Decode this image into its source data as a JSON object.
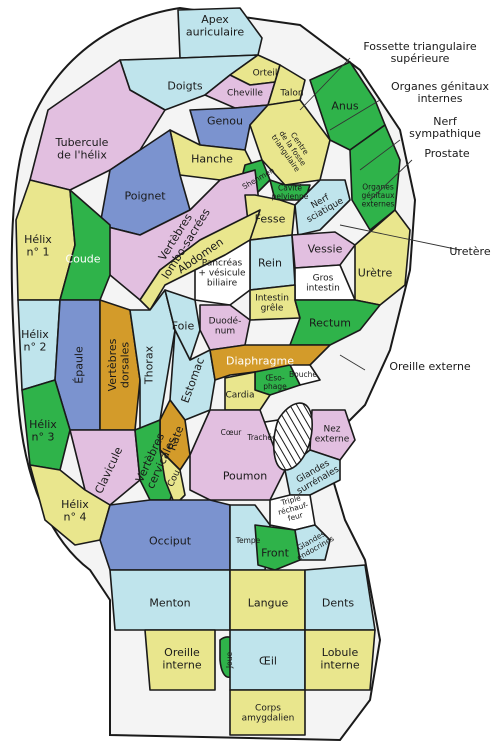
{
  "palette": {
    "green": "#2fb34a",
    "lightgreen": "#9fd59a",
    "yellow": "#e9e68d",
    "cyan": "#bfe4ec",
    "blue": "#7b93cf",
    "pink": "#e2bfe0",
    "orange": "#d39b2a",
    "outline": "#1a1a1a"
  },
  "zones": [
    {
      "id": "apex",
      "lines": [
        "Apex",
        "auriculaire"
      ]
    },
    {
      "id": "doigts",
      "lines": [
        "Doigts"
      ]
    },
    {
      "id": "orteil",
      "lines": [
        "Orteil"
      ]
    },
    {
      "id": "cheville",
      "lines": [
        "Cheville"
      ]
    },
    {
      "id": "talon",
      "lines": [
        "Talon"
      ]
    },
    {
      "id": "genou",
      "lines": [
        "Genou"
      ]
    },
    {
      "id": "hanche",
      "lines": [
        "Hanche"
      ]
    },
    {
      "id": "fosse",
      "lines": [
        "Centre",
        "de la fosse",
        "triangulaire"
      ]
    },
    {
      "id": "shenmen",
      "lines": [
        "Shenmen"
      ]
    },
    {
      "id": "cavite",
      "lines": [
        "Cavité",
        "pelvienne"
      ]
    },
    {
      "id": "anus",
      "lines": [
        "Anus"
      ]
    },
    {
      "id": "tubercule",
      "lines": [
        "Tubercule",
        "de l'hélix"
      ]
    },
    {
      "id": "poignet",
      "lines": [
        "Poignet"
      ]
    },
    {
      "id": "vertlombo",
      "lines": [
        "Vertèbres",
        "lombo-sacrées"
      ]
    },
    {
      "id": "fesse",
      "lines": [
        "Fesse"
      ]
    },
    {
      "id": "sciatique",
      "lines": [
        "Nerf",
        "sciatique"
      ]
    },
    {
      "id": "genext",
      "lines": [
        "Organes",
        "génitaux",
        "externes"
      ]
    },
    {
      "id": "helix1",
      "lines": [
        "Hélix",
        "n° 1"
      ]
    },
    {
      "id": "coude",
      "lines": [
        "Coude"
      ]
    },
    {
      "id": "abdomen",
      "lines": [
        "Abdomen"
      ]
    },
    {
      "id": "rein",
      "lines": [
        "Rein"
      ]
    },
    {
      "id": "vessie",
      "lines": [
        "Vessie"
      ]
    },
    {
      "id": "uretre",
      "lines": [
        "Urètre"
      ]
    },
    {
      "id": "pancreas",
      "lines": [
        "Pancréas",
        "+ vésicule",
        "biliaire"
      ]
    },
    {
      "id": "grosint",
      "lines": [
        "Gros",
        "intestin"
      ]
    },
    {
      "id": "intgrele",
      "lines": [
        "Intestin",
        "grêle"
      ]
    },
    {
      "id": "rectum",
      "lines": [
        "Rectum"
      ]
    },
    {
      "id": "helix2",
      "lines": [
        "Hélix",
        "n° 2"
      ]
    },
    {
      "id": "epaule",
      "lines": [
        "Épaule"
      ]
    },
    {
      "id": "vertdors",
      "lines": [
        "Vertèbres",
        "dorsales"
      ]
    },
    {
      "id": "thorax",
      "lines": [
        "Thorax"
      ]
    },
    {
      "id": "foie",
      "lines": [
        "Foie"
      ]
    },
    {
      "id": "duodenum",
      "lines": [
        "Duodé-",
        "num"
      ]
    },
    {
      "id": "estomac",
      "lines": [
        "Estomac"
      ]
    },
    {
      "id": "diaphragme",
      "lines": [
        "Diaphragme"
      ]
    },
    {
      "id": "bouche",
      "lines": [
        "Bouche"
      ]
    },
    {
      "id": "oeso",
      "lines": [
        "Œso-",
        "phage"
      ]
    },
    {
      "id": "cardia",
      "lines": [
        "Cardia"
      ]
    },
    {
      "id": "helix3",
      "lines": [
        "Hélix",
        "n° 3"
      ]
    },
    {
      "id": "rate",
      "lines": [
        "Rate"
      ]
    },
    {
      "id": "coeur",
      "lines": [
        "Cœur"
      ]
    },
    {
      "id": "trachee",
      "lines": [
        "Trachée"
      ]
    },
    {
      "id": "nezext",
      "lines": [
        "Nez",
        "externe"
      ]
    },
    {
      "id": "clavicule",
      "lines": [
        "Clavicule"
      ]
    },
    {
      "id": "vertcerv",
      "lines": [
        "Vertèbres",
        "cervicales"
      ]
    },
    {
      "id": "cou",
      "lines": [
        "Cou"
      ]
    },
    {
      "id": "poumon",
      "lines": [
        "Poumon"
      ]
    },
    {
      "id": "surrenales",
      "lines": [
        "Glandes",
        "surrénales"
      ]
    },
    {
      "id": "helix4",
      "lines": [
        "Hélix",
        "n° 4"
      ]
    },
    {
      "id": "triple",
      "lines": [
        "Triple",
        "réchauf-",
        "feur"
      ]
    },
    {
      "id": "occiput",
      "lines": [
        "Occiput"
      ]
    },
    {
      "id": "tempe",
      "lines": [
        "Tempe"
      ]
    },
    {
      "id": "front",
      "lines": [
        "Front"
      ]
    },
    {
      "id": "endocrine",
      "lines": [
        "Glandes",
        "endocrines"
      ]
    },
    {
      "id": "menton",
      "lines": [
        "Menton"
      ]
    },
    {
      "id": "langue",
      "lines": [
        "Langue"
      ]
    },
    {
      "id": "dents",
      "lines": [
        "Dents"
      ]
    },
    {
      "id": "oreilleint",
      "lines": [
        "Oreille",
        "interne"
      ]
    },
    {
      "id": "joue",
      "lines": [
        "Joue"
      ]
    },
    {
      "id": "oeil",
      "lines": [
        "Œil"
      ]
    },
    {
      "id": "lobule",
      "lines": [
        "Lobule",
        "interne"
      ]
    },
    {
      "id": "amygdale",
      "lines": [
        "Corps",
        "amygdalien"
      ]
    }
  ],
  "external_labels": [
    {
      "id": "fossette",
      "lines": [
        "Fossette triangulaire",
        "supérieure"
      ]
    },
    {
      "id": "organesgen",
      "lines": [
        "Organes génitaux",
        "internes"
      ]
    },
    {
      "id": "nerfsymp",
      "lines": [
        "Nerf",
        "sympathique"
      ]
    },
    {
      "id": "prostate",
      "lines": [
        "Prostate"
      ]
    },
    {
      "id": "uretere",
      "lines": [
        "Uretère"
      ]
    },
    {
      "id": "oreilleext",
      "lines": [
        "Oreille externe"
      ]
    }
  ]
}
